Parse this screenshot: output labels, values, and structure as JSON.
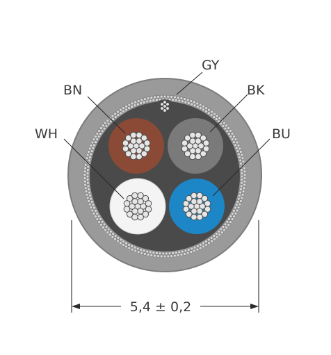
{
  "labels": {
    "gy": "GY",
    "bn": "BN",
    "bk": "BK",
    "wh": "WH",
    "bu": "BU"
  },
  "dimension": "5,4 ± 0,2",
  "colors": {
    "jacket": "#9a9a9a",
    "jacket_edge": "#7c7c7c",
    "filler": "#4a4a4a",
    "shield": "#d7d7d7",
    "brown": "#8a4a36",
    "black_core": "#7a7a7a",
    "white": "#f4f4f4",
    "blue": "#1c86c6",
    "strand": "#e6e6e6",
    "strand_edge": "#505050"
  }
}
